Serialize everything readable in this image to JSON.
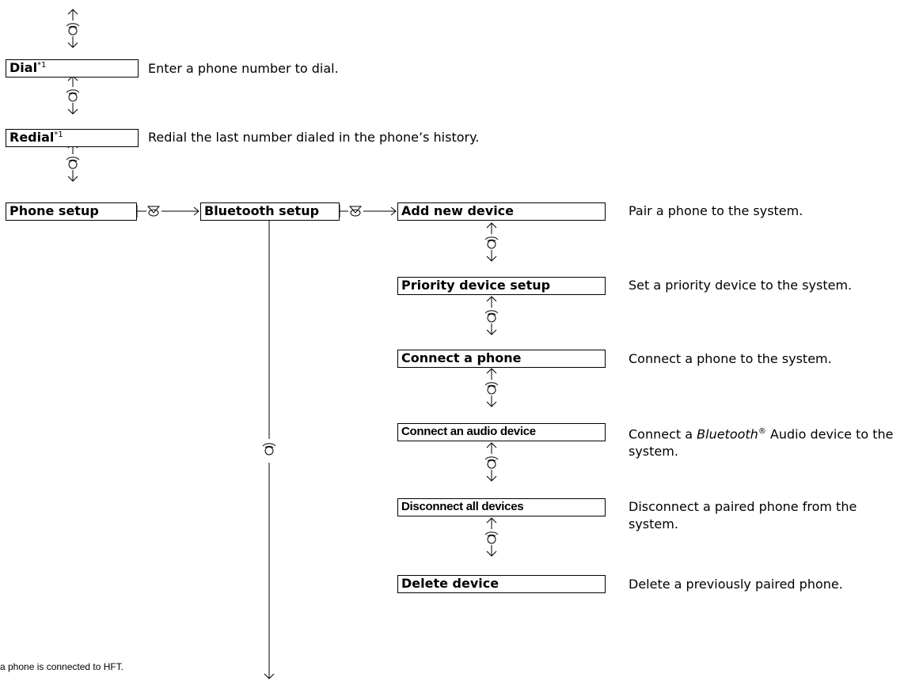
{
  "menu": {
    "dial": {
      "label": "Dial",
      "footnote_mark": "*1",
      "description": "Enter a phone number to dial."
    },
    "redial": {
      "label": "Redial",
      "footnote_mark": "*1",
      "description": "Redial the last number dialed in the phone’s history."
    },
    "phone_setup": {
      "label": "Phone setup"
    },
    "bluetooth_setup": {
      "label": "Bluetooth setup"
    },
    "submenu": [
      {
        "label": "Add new device",
        "description": "Pair a phone to the system."
      },
      {
        "label": "Priority device setup",
        "description": "Set a priority device to the system."
      },
      {
        "label": "Connect a phone",
        "description": "Connect a phone to the system."
      },
      {
        "label": "Connect an audio device",
        "description_prefix": "Connect a ",
        "description_italic": "Bluetooth",
        "description_mark": "®",
        "description_suffix": " Audio device to the system."
      },
      {
        "label": "Disconnect all devices",
        "description": "Disconnect a paired phone from the system."
      },
      {
        "label": "Delete device",
        "description": "Delete a previously paired phone."
      }
    ]
  },
  "footnote": "a phone is connected to HFT.",
  "icons": {
    "rotate": "selector-knob-rotate-icon",
    "press": "selector-knob-press-icon"
  }
}
